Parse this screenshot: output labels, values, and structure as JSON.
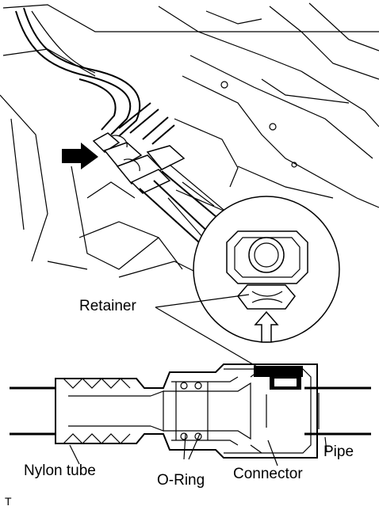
{
  "labels": {
    "retainer": "Retainer",
    "nylon_tube": "Nylon tube",
    "o_ring": "O-Ring",
    "connector": "Connector",
    "pipe": "Pipe"
  },
  "corner_mark": "T",
  "icons": {
    "arrow": "bold-arrow-icon",
    "push_arrow": "push-up-arrow-icon"
  },
  "colors": {
    "ink": "#000000",
    "paper": "#ffffff"
  }
}
